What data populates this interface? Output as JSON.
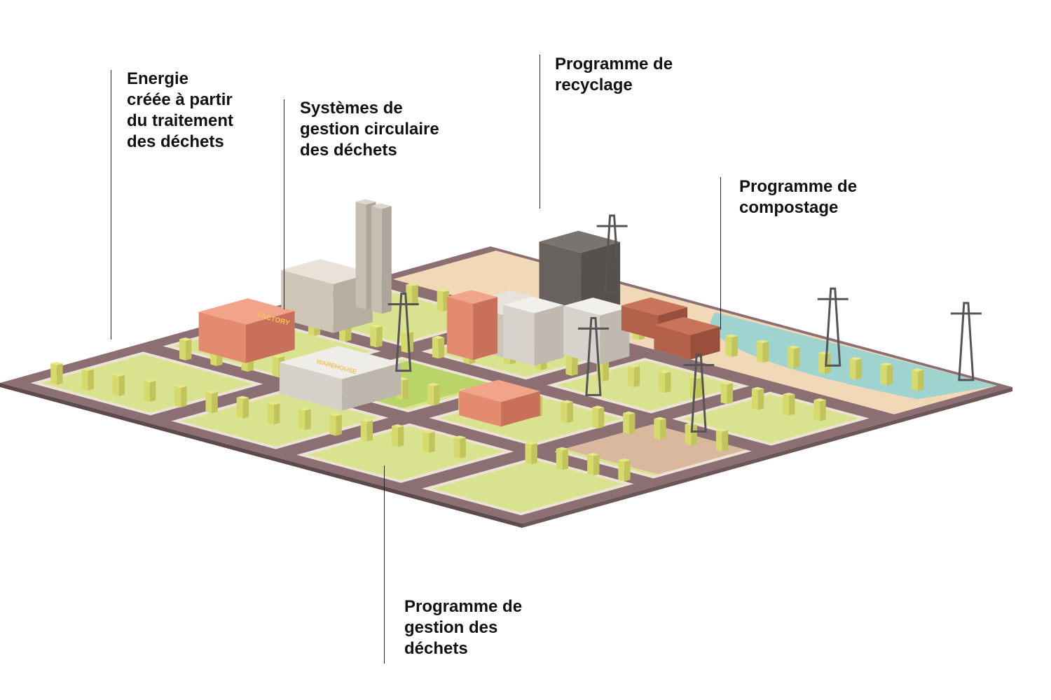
{
  "labels": {
    "energy": "Energie\ncréée à partir\ndu traitement\ndes déchets",
    "circular": "Systèmes de\ngestion circulaire\ndes déchets",
    "recycling": "Programme de\nrecyclage",
    "composting": "Programme de\ncompostage",
    "waste_management": "Programme de\ngestion des\ndéchets"
  },
  "signs": {
    "factory": "FACTORY",
    "warehouse": "WAREHOUSE"
  },
  "colors": {
    "road": "#8c6f72",
    "block": "#d9e38f",
    "sidewalk": "#ece3d6",
    "water": "#9fd3cf",
    "sand": "#f1d9b8",
    "tree": "#d8dc6a",
    "pylon": "#555555"
  }
}
